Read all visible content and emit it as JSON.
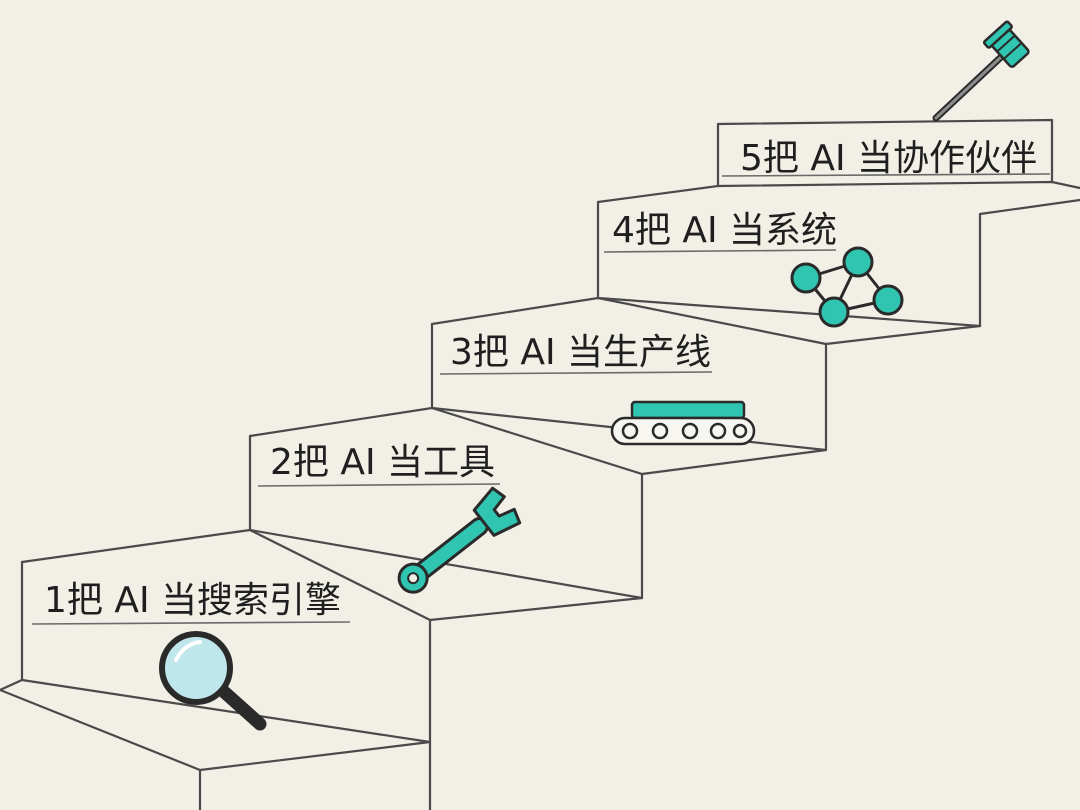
{
  "steps": [
    {
      "label": "1把 AI 当搜索引擎",
      "icon": "magnifier-icon"
    },
    {
      "label": "2把 AI 当工具",
      "icon": "wrench-icon"
    },
    {
      "label": "3把 AI 当生产线",
      "icon": "conveyor-belt-icon"
    },
    {
      "label": "4把 AI 当系统",
      "icon": "network-nodes-icon"
    },
    {
      "label": "5把 AI 当协作伙伴",
      "icon": "baton-icon"
    }
  ],
  "colors": {
    "background": "#f1efe6",
    "accent": "#2fc5b0",
    "ink": "#2a2a2a"
  }
}
